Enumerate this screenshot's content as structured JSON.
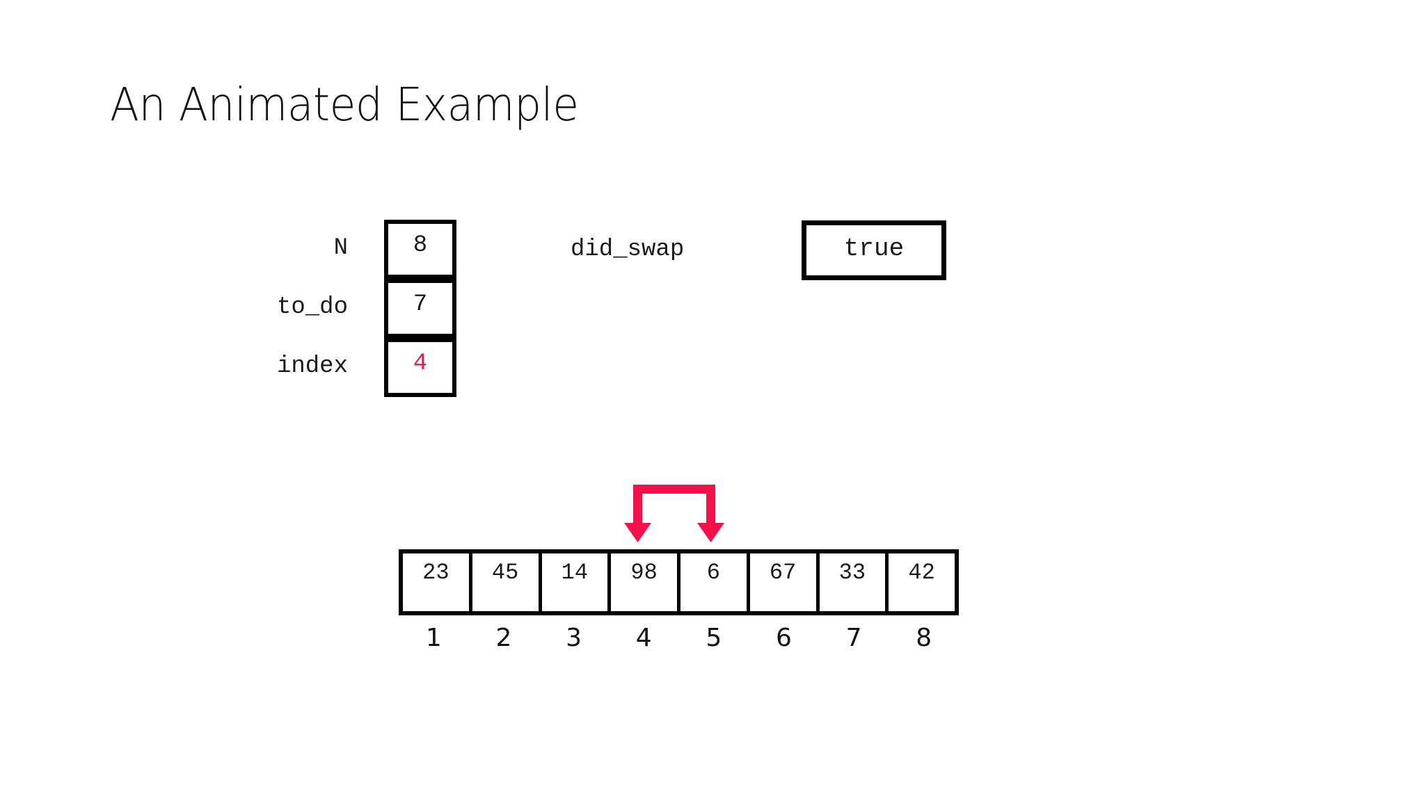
{
  "slide": {
    "title": "An Animated Example",
    "background_color": "#ffffff",
    "accent_color": "#E4194B",
    "line_color": "#000000"
  },
  "variables": {
    "rows": [
      {
        "label": "N",
        "value": "8",
        "highlighted": false
      },
      {
        "label": "to_do",
        "value": "7",
        "highlighted": false
      },
      {
        "label": "index",
        "value": "4",
        "highlighted": true
      }
    ]
  },
  "flag": {
    "label": "did_swap",
    "value": "true"
  },
  "array": {
    "values": [
      "23",
      "45",
      "14",
      "98",
      "6",
      "67",
      "33",
      "42"
    ],
    "indices": [
      "1",
      "2",
      "3",
      "4",
      "5",
      "6",
      "7",
      "8"
    ]
  },
  "swap_arrow": {
    "name": "swap-arrow",
    "color": "#F5104A",
    "from_index": "4",
    "to_index": "5"
  }
}
